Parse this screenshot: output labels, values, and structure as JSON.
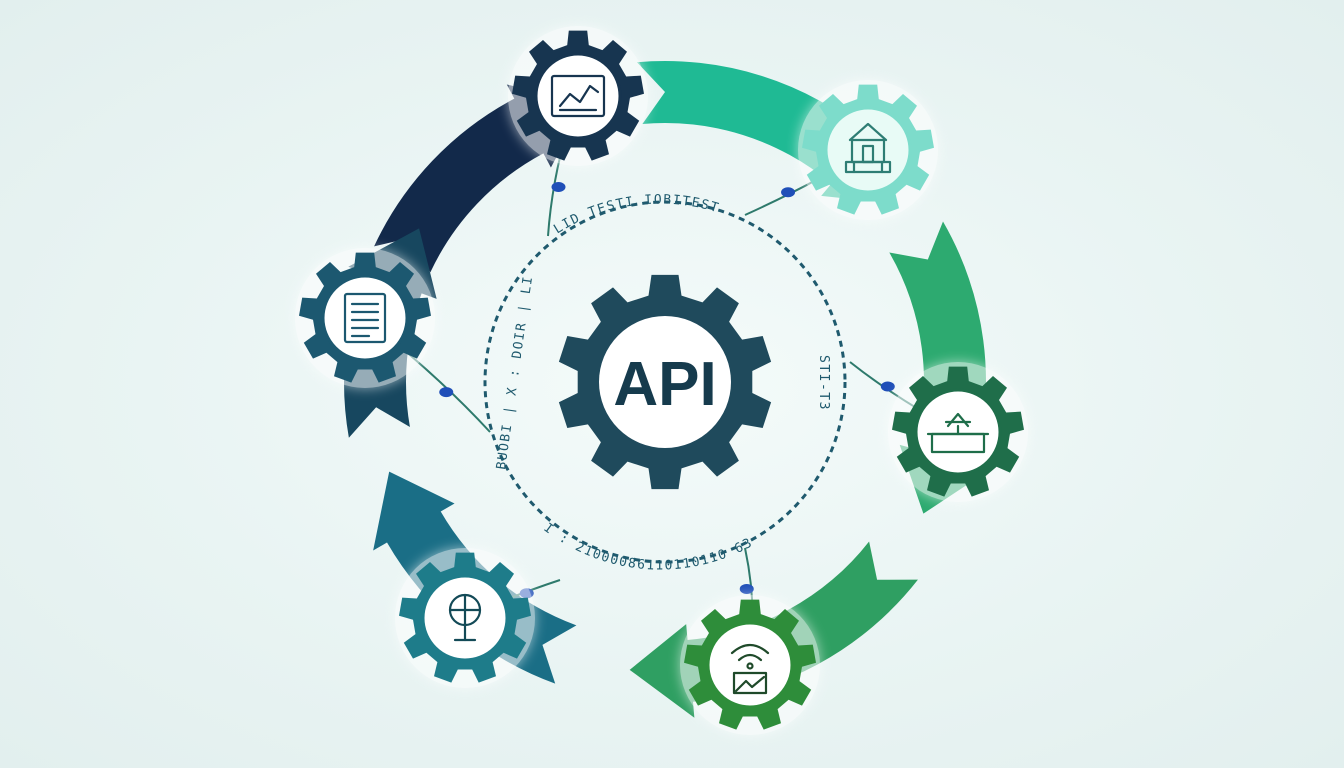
{
  "center": {
    "label": "API",
    "gear_color": "#1f4a5c",
    "face_color": "#ffffff",
    "label_color": "#163b4d"
  },
  "ring": {
    "color": "#1f5a6e",
    "text_top": "LID TESTI IOBITEST",
    "text_left": "BUOBI | X : DOIR | LI",
    "text_bottom": "I : 21000086110110110 63",
    "text_right": "STI-T3",
    "text_color": "#1f5a6e"
  },
  "cycle": {
    "arrow_colors": [
      "#12294a",
      "#1fba94",
      "#2daa70",
      "#2f9f62",
      "#1a6e86",
      "#17475f"
    ]
  },
  "connector": {
    "line_color": "#2e7a6c",
    "dot_color": "#1f4fb8"
  },
  "nodes": [
    {
      "name": "top",
      "icon": "chart-icon",
      "gear_color": "#173550",
      "face_color": "#ffffff",
      "icon_color": "#173550"
    },
    {
      "name": "upper-right",
      "icon": "building-icon",
      "gear_color": "#7ddccb",
      "face_color": "#e8fbf6",
      "icon_color": "#2e7d74"
    },
    {
      "name": "right",
      "icon": "device-icon",
      "gear_color": "#1f6e4a",
      "face_color": "#ffffff",
      "icon_color": "#1f6e4a"
    },
    {
      "name": "bottom-right",
      "icon": "wifi-icon",
      "gear_color": "#2e8d3a",
      "face_color": "#ffffff",
      "icon_color": "#1f4a2a"
    },
    {
      "name": "bottom-left",
      "icon": "antenna-icon",
      "gear_color": "#1e7c8a",
      "face_color": "#ffffff",
      "icon_color": "#134a57"
    },
    {
      "name": "left",
      "icon": "document-icon",
      "gear_color": "#1c5870",
      "face_color": "#ffffff",
      "icon_color": "#1c5870"
    }
  ]
}
